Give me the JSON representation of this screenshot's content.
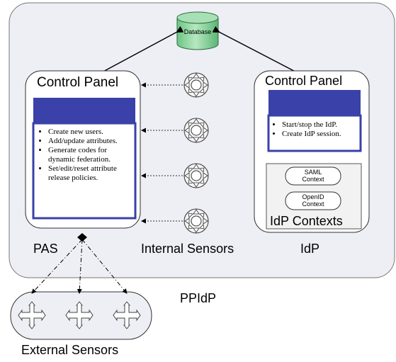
{
  "database": {
    "label": "Database"
  },
  "pas": {
    "title": "Control Panel",
    "items": [
      "Create new users.",
      "Add/update attributes.",
      "Generate codes for dynamic federation.",
      "Set/edit/reset attribute release policies."
    ],
    "label": "PAS"
  },
  "internal_sensors": {
    "label": "Internal Sensors",
    "count": 4
  },
  "idp": {
    "title": "Control Panel",
    "items": [
      "Start/stop the IdP.",
      "Create IdP session."
    ],
    "contexts_title": "IdP Contexts",
    "contexts": [
      "SAML Context",
      "OpenID Context"
    ],
    "label": "IdP"
  },
  "ppidp": {
    "label": "PPIdP"
  },
  "external_sensors": {
    "label": "External Sensors",
    "count": 3
  },
  "colors": {
    "container_fill": "#eeeef5",
    "panel_header": "#3a41a8",
    "database_fill": "#8fd6a0",
    "sensor_fill": "#f4f4f4"
  }
}
